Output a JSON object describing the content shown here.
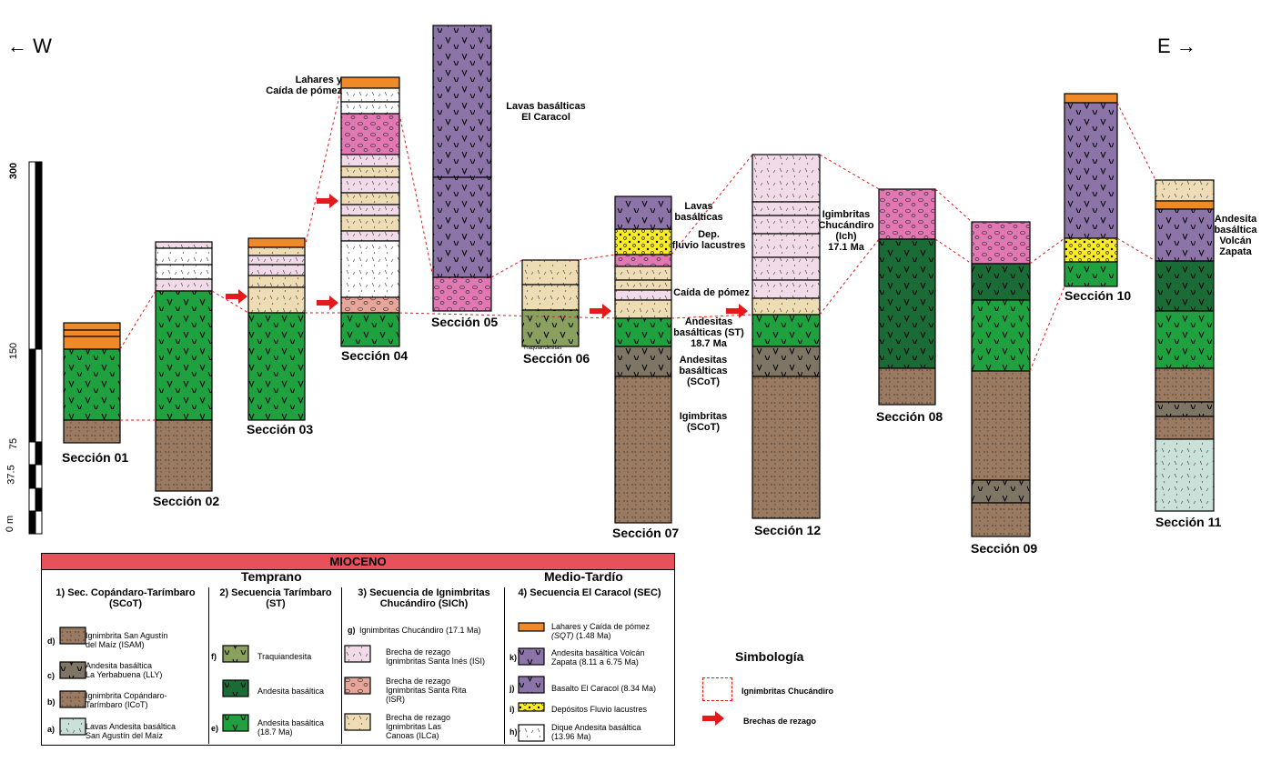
{
  "directions": {
    "west": "W",
    "east": "E"
  },
  "scale": {
    "ticks": [
      "300",
      "150",
      "75",
      "37.5",
      "0 m"
    ]
  },
  "sections": [
    {
      "id": "s01",
      "label": "Sección 01"
    },
    {
      "id": "s02",
      "label": "Sección 02"
    },
    {
      "id": "s03",
      "label": "Sección 03"
    },
    {
      "id": "s04",
      "label": "Sección 04"
    },
    {
      "id": "s05",
      "label": "Sección 05"
    },
    {
      "id": "s06",
      "label": "Sección 06"
    },
    {
      "id": "s07",
      "label": "Sección 07"
    },
    {
      "id": "s12",
      "label": "Sección 12"
    },
    {
      "id": "s08",
      "label": "Sección 08"
    },
    {
      "id": "s09",
      "label": "Sección 09"
    },
    {
      "id": "s10",
      "label": "Sección 10"
    },
    {
      "id": "s11",
      "label": "Sección 11"
    }
  ],
  "annotations": {
    "lahares": "Lahares y",
    "caida_pomez_top": "Caída de pómez",
    "lavas_caracol_1": "Lavas basálticas",
    "lavas_caracol_2": "El Caracol",
    "lavas_basalticas_1": "Lavas",
    "lavas_basalticas_2": "basálticas",
    "dep_fluvio_1": "Dep.",
    "dep_fluvio_2": "fluvio lacustres",
    "caida_pomez": "Caída de pómez",
    "andesitas_st_1": "Andesitas",
    "andesitas_st_2": "basálticas (ST)",
    "andesitas_st_3": "18.7 Ma",
    "andesitas_scot_1": "Andesitas",
    "andesitas_scot_2": "basálticas",
    "andesitas_scot_3": "(SCoT)",
    "ignimbritas_scot_1": "Igimbritas",
    "ignimbritas_scot_2": "(SCoT)",
    "ich_1": "Igimbritas",
    "ich_2": "Chucándiro",
    "ich_3": "(Ich)",
    "ich_4": "17.1 Ma",
    "andesita_zapata_1": "Andesita",
    "andesita_zapata_2": "basáltica",
    "andesita_zapata_3": "Volcán",
    "andesita_zapata_4": "Zapata",
    "traquiandesitas": "Traquiandesitas"
  },
  "legend": {
    "title": "MIOCENO",
    "temprano": "Temprano",
    "medio_tardio": "Medio-Tardío",
    "col1_head_1": "1) Sec. Copándaro-Tarímbaro",
    "col1_head_2": "(SCoT)",
    "col2_head_1": "2) Secuencia Tarímbaro",
    "col2_head_2": "(ST)",
    "col3_head_1": "3) Secuencia de Ignimbritas",
    "col3_head_2": "Chucándiro (SICh)",
    "col4_head": "4) Secuencia El Caracol (SEC)",
    "d_key": "d)",
    "d_1": "Ignimbrita San Agustín",
    "d_2": "del Maíz (ISAM)",
    "c_key": "c)",
    "c_1": "Andesita basáltica",
    "c_2": "La Yerbabuena (LLY)",
    "b_key": "b)",
    "b_1": "Ignimbrita Copándaro-",
    "b_2": "Tarímbaro (ICoT)",
    "a_key": "a)",
    "a_1": "Lavas Andesita basáltica",
    "a_2": "San Agustín del Maíz",
    "f_key": "f)",
    "f_1": "Traquiandesita",
    "ab_1": "Andesita basáltica",
    "e_key": "e)",
    "e_1": "Andesita basáltica",
    "e_2": "(18.7 Ma)",
    "g_key": "g)",
    "g_1": "Ignimbritas Chucándiro (17.1 Ma)",
    "isi_1": "Brecha de rezago",
    "isi_2": "Ignimbritas Santa Inés (ISI)",
    "isr_1": "Brecha de rezago",
    "isr_2": "Ignimbritas Santa Rita",
    "isr_3": "(ISR)",
    "ilca_1": "Brecha de rezago",
    "ilca_2": "Ignimbritas Las",
    "ilca_3": "Canoas (ILCa)",
    "sqt_1": "Lahares y Caída de pómez",
    "sqt_2": "(SQT)",
    "sqt_3": " (1.48 Ma)",
    "k_key": "k)",
    "k_1": "Andesita basáltica Volcán",
    "k_2": "Zapata (8.11 a 6.75 Ma)",
    "j_key": "j)",
    "j_1": "Basalto El Caracol (8.34 Ma)",
    "i_key": "i)",
    "i_1": "Depósitos Fluvio lacustres",
    "h_key": "h)",
    "h_1": "Dique Andesita basáltica",
    "h_2": "(13.96 Ma)"
  },
  "symbology": {
    "title": "Simbología",
    "ich_line": "Ignimbritas Chucándiro",
    "arrow": "Brechas de rezago"
  },
  "colors": {
    "brown": "#9b7a62",
    "green": "#1fa13f",
    "dark_green": "#1a6b36",
    "olive": "#8aa05e",
    "purple": "#8c73a8",
    "pink": "#e177b3",
    "light_pink": "#f2dbe9",
    "beige": "#eedcb4",
    "orange": "#f08a29",
    "yellow": "#f7ea27",
    "gray_brown": "#7e7565",
    "light_cyan": "#c9e1d9",
    "red_arrow": "#e3191b",
    "dash_line": "#e01a1a",
    "legend_title_bg": "#e8505b"
  }
}
